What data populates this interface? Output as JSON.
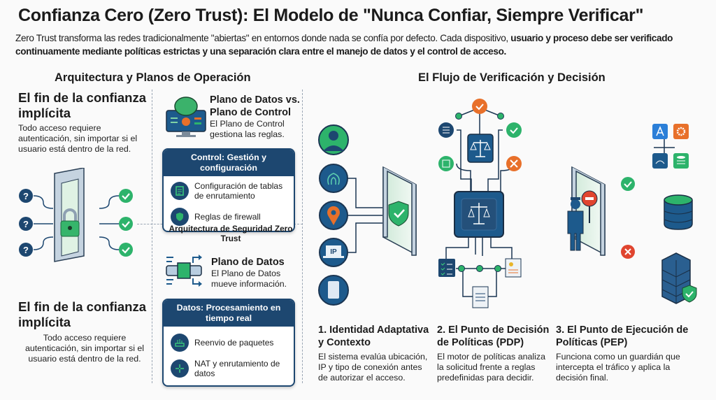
{
  "title": "Confianza Cero (Zero Trust): El Modelo de \"Nunca Confiar, Siempre Verificar\"",
  "subtitle": {
    "normal": "Zero Trust transforma las redes tradicionalmente \"abiertas\" en entornos donde nada se confía por defecto. Cada dispositivo, ",
    "bold": "usuario y proceso debe ser verificado continuamente mediante políticas estrictas y una separación clara entre el manejo de datos y el control de acceso."
  },
  "left_section": {
    "heading": "Arquitectura y Planos de Operación",
    "implicit_top": {
      "title": "El fin de la confianza implícita",
      "desc": "Todo acceso requiere autenticación, sin importar si el usuario está dentro de la red."
    },
    "implicit_bottom": {
      "title": "El fin de la confianza implícita",
      "desc": "Todo acceso requiere autenticación, sin importar si el usuario está dentro de la red."
    },
    "control_plane": {
      "title": "Plano de Datos vs. Plano de Control",
      "desc": "El Plano de Control gestiona las reglas.",
      "box_header": "Control: Gestión y configuración",
      "items": [
        "Configuración de tablas de enrutamiento",
        "Reglas de firewall"
      ]
    },
    "center_label": "Arquitectura de Seguridad Zero Trust",
    "data_plane": {
      "title": "Plano de Datos",
      "desc": "El Plano de Datos mueve información.",
      "box_header": "Datos: Procesamiento en tiempo real",
      "items": [
        "Reenvio de paquetes",
        "NAT y enrutamiento de datos"
      ]
    }
  },
  "right_section": {
    "heading": "El Flujo de Verificación y Decisión",
    "ip_label": "IP",
    "steps": [
      {
        "title": "1. Identidad Adaptativa y Contexto",
        "desc": "El sistema evalúa ubicación, IP y tipo de conexión antes de autorizar el acceso."
      },
      {
        "title": "2. El Punto de Decisión de Políticas (PDP)",
        "desc": "El motor de políticas analiza la solicitud frente a reglas predefinidas para decidir."
      },
      {
        "title": "3. El Punto de Ejecución de Políticas (PEP)",
        "desc": "Funciona como un guardián que intercepta el tráfico y aplica la decisión final."
      }
    ]
  },
  "colors": {
    "navy": "#1d4770",
    "green": "#2db36b",
    "orange": "#e8702a",
    "red": "#e0452f"
  }
}
